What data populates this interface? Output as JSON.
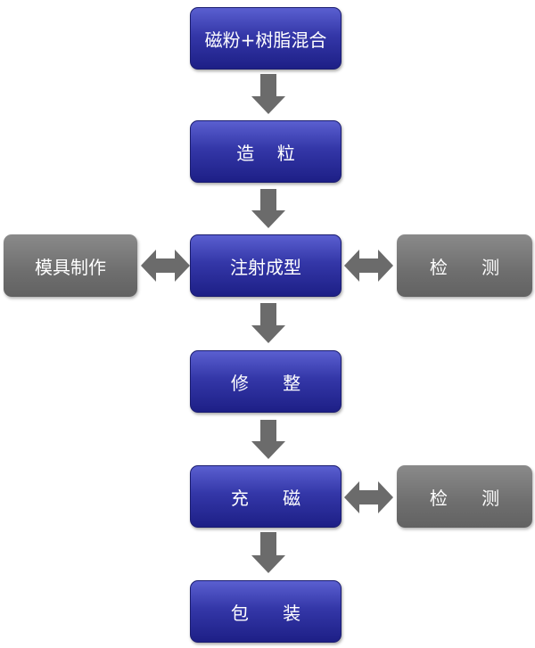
{
  "steps": [
    {
      "id": "mix",
      "label": "磁粉+树脂混合"
    },
    {
      "id": "granulate",
      "label": "造    粒"
    },
    {
      "id": "inject",
      "label": "注射成型"
    },
    {
      "id": "trim",
      "label": "修      整"
    },
    {
      "id": "magnetize",
      "label": "充      磁"
    },
    {
      "id": "pack",
      "label": "包      装"
    }
  ],
  "side": {
    "mold": "模具制作",
    "inspect_1": "检      测",
    "inspect_2": "检      测"
  },
  "colors": {
    "step_box": "#2e31a0",
    "side_box": "#6e6e6e",
    "arrow": "#6b6b6b"
  }
}
